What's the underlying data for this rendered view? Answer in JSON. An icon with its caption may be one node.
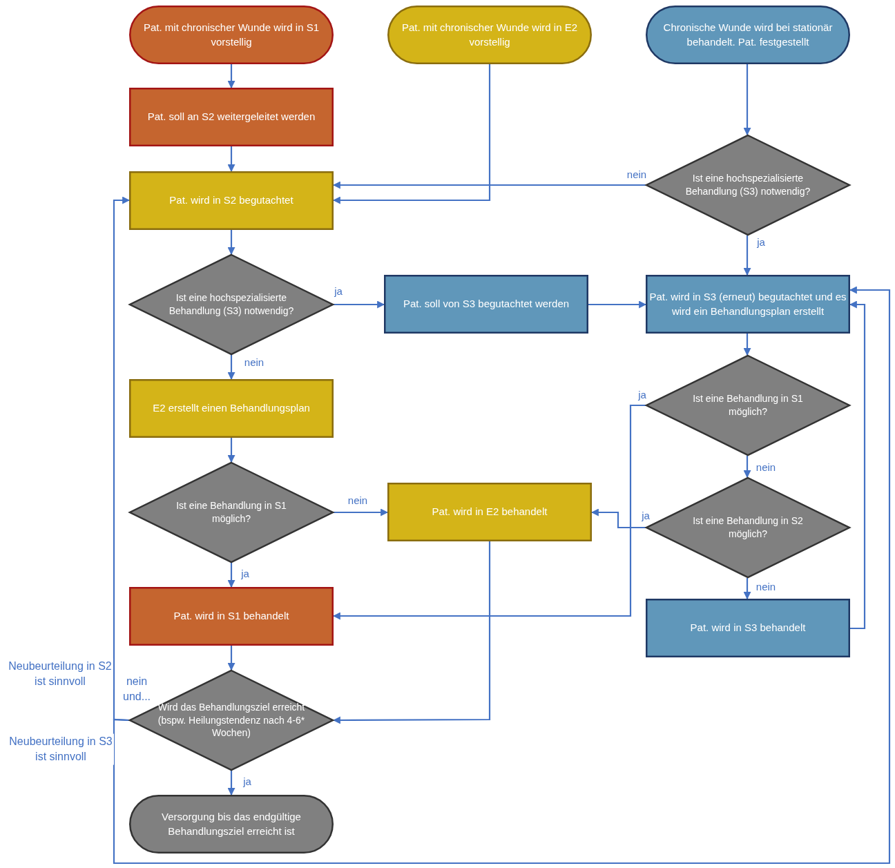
{
  "diagram": {
    "nodes": [
      {
        "text": [
          "Pat. mit chronischer Wunde wird in S1 vorstellig"
        ]
      },
      {
        "text": [
          "Pat. mit chronischer Wunde wird in E2 vorstellig"
        ]
      },
      {
        "text": [
          "Chronische Wunde wird bei stationär behandelt. Pat. festgestellt"
        ]
      },
      {
        "text": [
          "Pat. soll an S2 weitergeleitet werden"
        ]
      },
      {
        "text": [
          "Pat. wird in S2 begutachtet"
        ]
      },
      {
        "text": [
          "Ist eine hochspezialisierte Behandlung (S3) notwendig?"
        ]
      },
      {
        "text": [
          "Ist eine hochspezialisierte Behandlung (S3) notwendig?"
        ]
      },
      {
        "text": [
          "Pat. soll von S3 begutachtet werden"
        ]
      },
      {
        "text": [
          "Pat. wird in S3 (erneut) begutachtet und es wird ein Behandlungsplan erstellt"
        ]
      },
      {
        "text": [
          "E2 erstellt einen Behandlungsplan"
        ]
      },
      {
        "text": [
          "Ist eine Behandlung in S1 möglich?"
        ]
      },
      {
        "text": [
          "Ist eine Behandlung in S1 möglich?"
        ]
      },
      {
        "text": [
          "Pat. wird in E2 behandelt"
        ]
      },
      {
        "text": [
          "Ist eine Behandlung in S2 möglich?"
        ]
      },
      {
        "text": [
          "Pat. wird in S1 behandelt"
        ]
      },
      {
        "text": [
          "Pat. wird in S3 behandelt"
        ]
      },
      {
        "text": [
          "Wird das Behandlungsziel erreicht (bspw. Heilungstendenz nach 4-6* Wochen)"
        ]
      },
      {
        "text": [
          "Versorgung bis das endgültige Behandlungsziel erreicht ist"
        ]
      }
    ],
    "edges": [
      {
        "from": 0,
        "to": 3,
        "arrow": "to"
      },
      {
        "from": 3,
        "to": 4,
        "arrow": "to"
      },
      {
        "from": 1,
        "to": 4,
        "arrow": "to"
      },
      {
        "from": 2,
        "to": 5,
        "arrow": "to"
      },
      {
        "from": 5,
        "to": 4,
        "arrow": "to",
        "label": "nein"
      },
      {
        "from": 5,
        "to": 8,
        "arrow": "to",
        "label": "ja"
      },
      {
        "from": 4,
        "to": 6,
        "arrow": "to"
      },
      {
        "from": 6,
        "to": 7,
        "arrow": "to",
        "label": "ja"
      },
      {
        "from": 7,
        "to": 8,
        "arrow": "to"
      },
      {
        "from": 6,
        "to": 9,
        "arrow": "to",
        "label": "nein"
      },
      {
        "from": 8,
        "to": 10,
        "arrow": "to"
      },
      {
        "from": 10,
        "to": 14,
        "arrow": "to",
        "label": "ja"
      },
      {
        "from": 10,
        "to": 13,
        "arrow": "to",
        "label": "nein"
      },
      {
        "from": 13,
        "to": 12,
        "arrow": "to",
        "label": "ja"
      },
      {
        "from": 13,
        "to": 15,
        "arrow": "to",
        "label": "nein"
      },
      {
        "from": 15,
        "to": 8,
        "arrow": "to"
      },
      {
        "from": 9,
        "to": 11,
        "arrow": "to"
      },
      {
        "from": 11,
        "to": 12,
        "arrow": "to",
        "label": "nein"
      },
      {
        "from": 11,
        "to": 14,
        "arrow": "to",
        "label": "ja"
      },
      {
        "from": 12,
        "to": 16,
        "arrow": "to"
      },
      {
        "from": 14,
        "to": 16,
        "arrow": "to"
      },
      {
        "from": 16,
        "to": 17,
        "arrow": "to",
        "label": "ja"
      },
      {
        "from": 16,
        "to": 4,
        "arrow": "to",
        "label": "Neubeurteilung in S2 ist sinnvoll"
      },
      {
        "from": 16,
        "to": 8,
        "arrow": "to",
        "label": "Neubeurteilung in S3 ist sinnvoll"
      }
    ],
    "labels": [
      "nein und..."
    ]
  }
}
